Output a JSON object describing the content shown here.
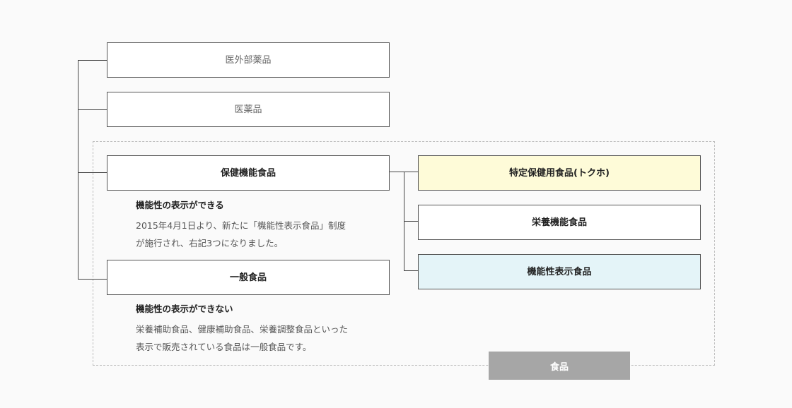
{
  "boxes": {
    "quasi_drug": "医外部薬品",
    "drug": "医薬品",
    "health_function_food": "保健機能食品",
    "general_food": "一般食品",
    "foshu": "特定保健用食品(トクホ)",
    "nutrient_function_food": "栄養機能食品",
    "food_with_function_claims": "機能性表示食品"
  },
  "descriptions": {
    "health_function": {
      "heading": "機能性の表示ができる",
      "line1": "2015年4月1日より、新たに「機能性表示食品」制度",
      "line2": "が施行され、右記3つになりました。"
    },
    "general": {
      "heading": "機能性の表示ができない",
      "line1": "栄養補助食品、健康補助食品、栄養調整食品といった",
      "line2": "表示で販売されている食品は一般食品です。"
    }
  },
  "food_label": "食品",
  "colors": {
    "foshu_bg": "#fefbd8",
    "claims_bg": "#e4f4f8",
    "food_tag_bg": "#a6a6a6",
    "border": "#555555",
    "dashed_border": "#bdbdbd"
  }
}
